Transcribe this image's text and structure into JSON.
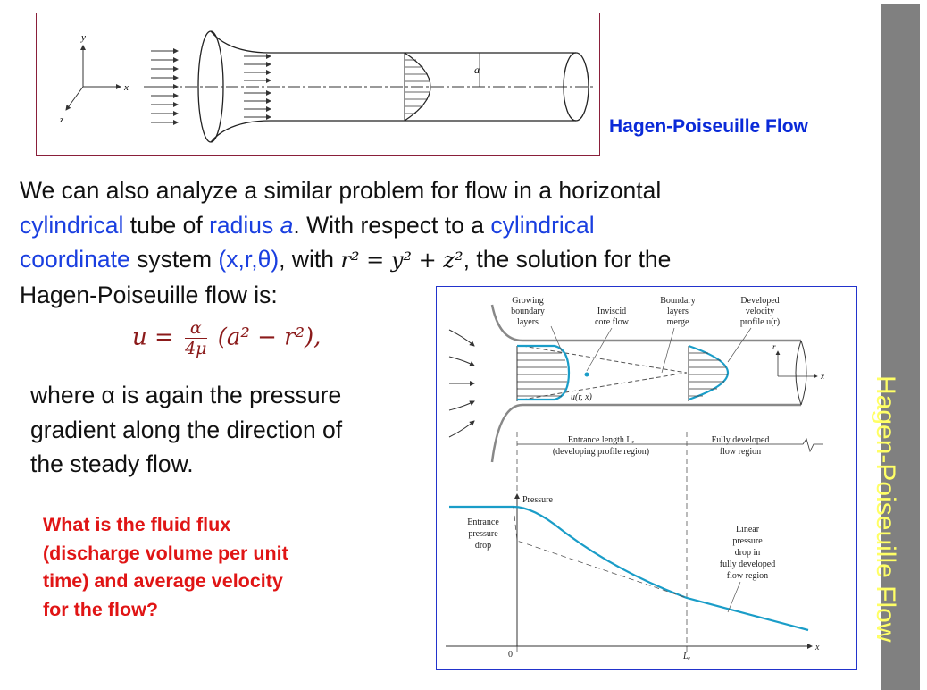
{
  "sidebar": {
    "title": "Hagen-Poiseuille Flow"
  },
  "top_figure": {
    "caption": "Hagen-Poiseuille Flow",
    "axis_x": "x",
    "axis_y": "y",
    "axis_z": "z",
    "radius_label": "a"
  },
  "paragraph": {
    "p1": "We can also analyze a similar problem for flow in a horizontal",
    "p2a": "cylindrical",
    "p2b": " tube of ",
    "p2c": "radius ",
    "p2d": "a",
    "p2e": ". With respect to a ",
    "p2f": "cylindrical",
    "p3a": "coordinate",
    "p3b": " system ",
    "p3c": "(x,r,θ)",
    "p3d": ", with ",
    "p3eq": "r² = y² + z²",
    "p3e": ", the solution for the",
    "p4": "Hagen-Poiseuille flow is:"
  },
  "equation": {
    "lhs": "u =",
    "numerator": "α",
    "denominator": "4μ",
    "rhs": "(a² − r²),"
  },
  "paragraph2": {
    "l1": "where α is again the pressure",
    "l2": "gradient along the direction of",
    "l3": "the steady flow."
  },
  "question": {
    "l1": "What is the fluid flux",
    "l2": "(discharge volume per unit",
    "l3": "time) and average velocity",
    "l4": "for the flow?"
  },
  "bottom_figure": {
    "growing_1": "Growing",
    "growing_2": "boundary",
    "growing_3": "layers",
    "inviscid_1": "Inviscid",
    "inviscid_2": "core flow",
    "merge_1": "Boundary",
    "merge_2": "layers",
    "merge_3": "merge",
    "developed_1": "Developed",
    "developed_2": "velocity",
    "developed_3": "profile u(r)",
    "u_label": "u(r, x)",
    "r_label": "r",
    "x_label": "x",
    "entrance_1": "Entrance length Lₑ",
    "entrance_2": "(developing profile region)",
    "fully_1": "Fully developed",
    "fully_2": "flow region",
    "pressure": "Pressure",
    "drop_1": "Entrance",
    "drop_2": "pressure",
    "drop_3": "drop",
    "linear_1": "Linear",
    "linear_2": "pressure",
    "linear_3": "drop in",
    "linear_4": "fully developed",
    "linear_5": "flow region",
    "zero": "0",
    "le": "Lₑ",
    "x_axis": "x"
  }
}
